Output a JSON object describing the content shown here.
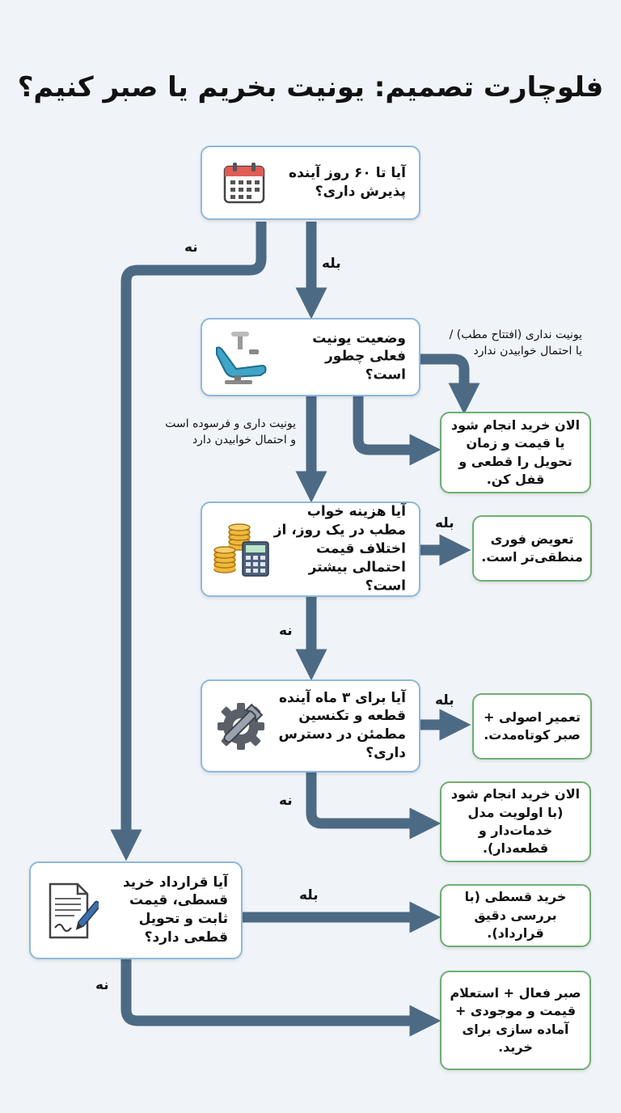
{
  "title": "فلوچارت تصمیم: یونیت بخریم یا صبر کنیم؟",
  "nodes": {
    "q_reception": "آیا تا ۶۰ روز آینده پذیرش داری؟",
    "q_status": "وضعیت یونیت فعلی چطور است؟",
    "q_cost": "آیا هزینه خواب مطب در یک روز، از اختلاف قیمت احتمالی بیشتر است؟",
    "q_parts": "آیا برای ۳ ماه آینده قطعه و تکنسین مطمئن در دسترس داری؟",
    "q_contract": "آیا قرارداد خرید قسطی، قیمت ثابت و تحویل قطعی دارد؟"
  },
  "outcomes": {
    "buy_now_lock": "الان خرید انجام شود یا قیمت و زمان تحویل را قطعی و قفل کن.",
    "replace_now": "تعویض فوری منطقی‌تر است.",
    "repair_wait": "تعمیر اصولی + صبر کوتاه‌مدت.",
    "buy_now_service": "الان خرید انجام شود (با اولویت مدل خدمات‌دار و قطعه‌دار).",
    "installment": "خرید قسطی (با بررسی دقیق قرارداد).",
    "active_wait": "صبر فعال + استعلام قیمت و موجودی + آماده سازی برای خرید."
  },
  "edges": {
    "yes": "بله",
    "no": "نه",
    "no_unit": "یونیت نداری (افتتاح مطب) / یا احتمال خوابیدن ندارد",
    "worn_unit": "یونیت داری و فرسوده است و احتمال خوابیدن دارد"
  },
  "colors": {
    "arrow": "#4d6a85",
    "question_border": "#8fb8dc",
    "outcome_border": "#6fae73",
    "background": "#f0f4f8"
  },
  "icons": {
    "q_reception": "calendar-icon",
    "q_status": "dental-chair-icon",
    "q_cost": "coins-calculator-icon",
    "q_parts": "wrench-gear-icon",
    "q_contract": "contract-pen-icon"
  }
}
